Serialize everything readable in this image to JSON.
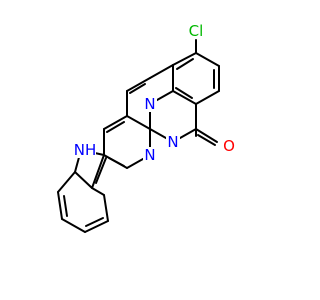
{
  "molecule": {
    "atoms": {
      "chlorine": {
        "label": "Cl",
        "color": "#00b800"
      },
      "oxygen": {
        "label": "O",
        "color": "#ff0000"
      },
      "nitrogen_quinazoline": {
        "label": "N",
        "color": "#0000ff"
      },
      "nitrogen_bridge": {
        "label": "N",
        "color": "#0000ff"
      },
      "nitrogen_pyridazine": {
        "label": "N",
        "color": "#0000ff"
      },
      "nitrogen_indole": {
        "label": "NH",
        "color": "#0000ff"
      }
    },
    "bond_color": "#000000"
  }
}
